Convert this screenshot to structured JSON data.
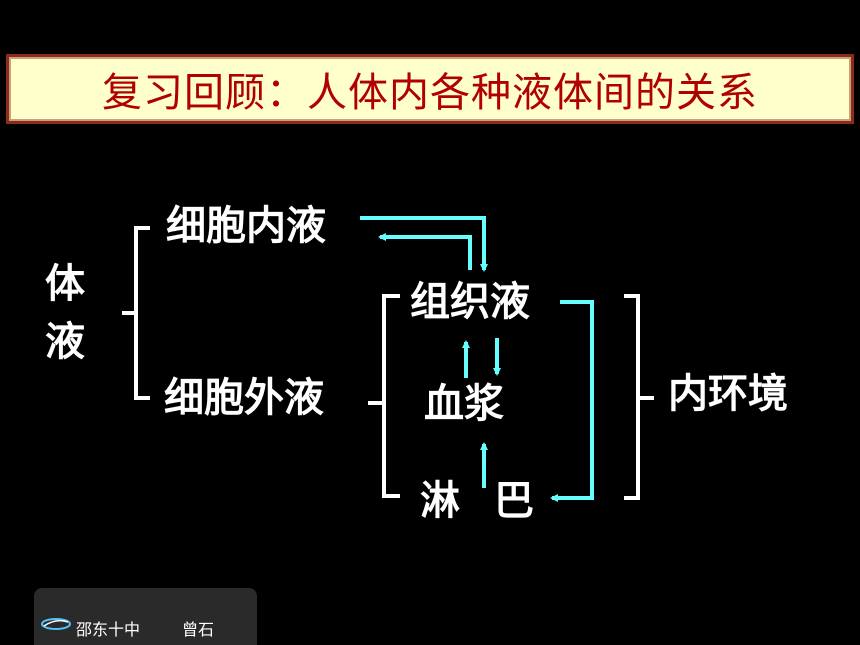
{
  "title": "复习回顾：人体内各种液体间的关系",
  "nodes": {
    "body_fluid_char1": "体",
    "body_fluid_char2": "液",
    "intracellular": "细胞内液",
    "extracellular": "细胞外液",
    "tissue_fluid": "组织液",
    "plasma": "血浆",
    "lymph_char1": "淋",
    "lymph_char2": "巴",
    "internal_env": "内环境"
  },
  "footer": {
    "school": "邵东十中",
    "author": "曾石"
  },
  "colors": {
    "background": "#000000",
    "title_text": "#b00000",
    "title_bg": "#ffffcc",
    "arrow": "#66ffff",
    "label": "#ffffff"
  }
}
